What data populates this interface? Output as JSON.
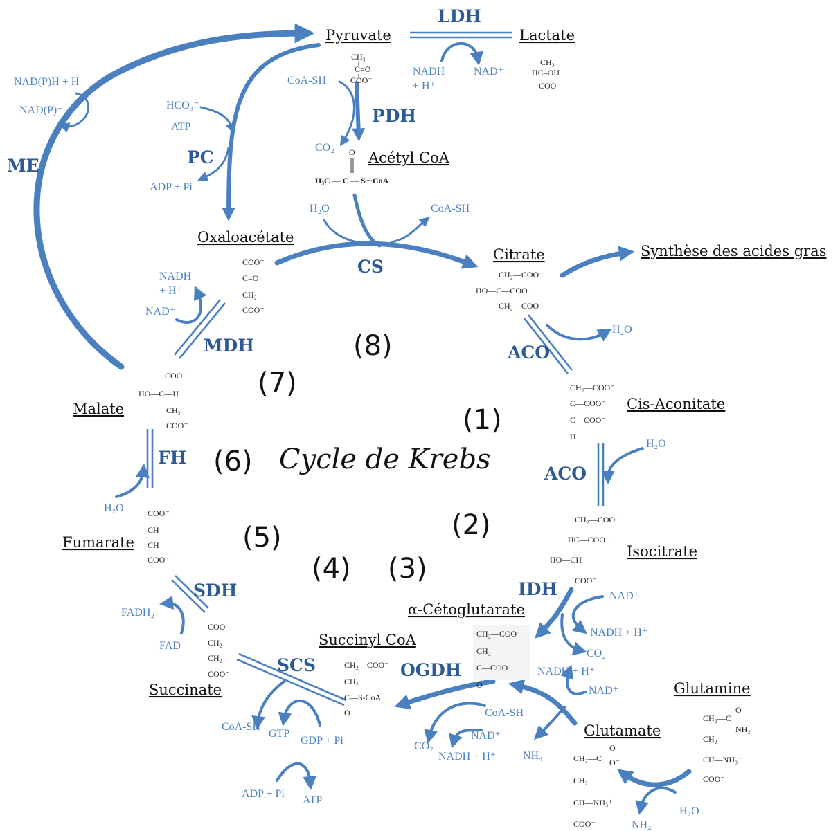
{
  "title": "Cycle de Krebs",
  "colors": {
    "arrow": "#4a80c0",
    "enzyme": "#2d5a92",
    "text": "#111111"
  },
  "metabolites": {
    "pyruvate": "Pyruvate",
    "lactate": "Lactate",
    "acetyl_coa": "Acétyl CoA",
    "oxaloacetate": "Oxaloacétate",
    "citrate": "Citrate",
    "fatty_acids": "Synthèse des acides gras",
    "cis_aconitate": "Cis-Aconitate",
    "isocitrate": "Isocitrate",
    "alpha_kg": "α-Cétoglutarate",
    "succinyl_coa": "Succinyl CoA",
    "succinate": "Succinate",
    "fumarate": "Fumarate",
    "malate": "Malate",
    "glutamate": "Glutamate",
    "glutamine": "Glutamine"
  },
  "enzymes": {
    "ldh": "LDH",
    "pdh": "PDH",
    "pc": "PC",
    "me": "ME",
    "cs": "CS",
    "aco1": "ACO",
    "aco2": "ACO",
    "idh": "IDH",
    "ogdh": "OGDH",
    "scs": "SCS",
    "sdh": "SDH",
    "fh": "FH",
    "mdh": "MDH"
  },
  "steps": {
    "s1": "(1)",
    "s2": "(2)",
    "s3": "(3)",
    "s4": "(4)",
    "s5": "(5)",
    "s6": "(6)",
    "s7": "(7)",
    "s8": "(8)"
  },
  "cofactors": {
    "ldh_nadh": "NADH",
    "ldh_h": "+ H⁺",
    "ldh_nad": "NAD⁺",
    "me_nadph": "NAD(P)H + H⁺",
    "me_nadp": "NAD(P)⁺",
    "pc_hco3": "HCO₃⁻",
    "pc_atp": "ATP",
    "pc_adp": "ADP + Pi",
    "pdh_coash": "CoA-SH",
    "pdh_co2": "CO₂",
    "cs_h2o": "H₂O",
    "cs_coash": "CoA-SH",
    "aco1_h2o": "H₂O",
    "aco2_h2o": "H₂O",
    "mdh_nadh": "NADH",
    "mdh_h": "+ H⁺",
    "mdh_nad": "NAD⁺",
    "fh_h2o": "H₂O",
    "idh_nad": "NAD⁺",
    "idh_nadh": "NADH + H⁺",
    "idh_co2": "CO₂",
    "gdh_nadh": "NADH + H⁺",
    "gdh_nad": "NAD⁺",
    "gdh_nh4": "NH₄",
    "ogdh_coash": "CoA-SH",
    "ogdh_nad": "NAD⁺",
    "ogdh_co2": "CO₂",
    "ogdh_nadh": "NADH + H⁺",
    "sdh_fadh2": "FADH₂",
    "sdh_fad": "FAD",
    "scs_coash": "CoA-SH",
    "scs_gtp": "GTP",
    "scs_gdp": "GDP + Pi",
    "scs_adp": "ADP + Pi",
    "scs_atp": "ATP",
    "gls_h2o": "H₂O",
    "gls_nh4": "NH₄"
  }
}
